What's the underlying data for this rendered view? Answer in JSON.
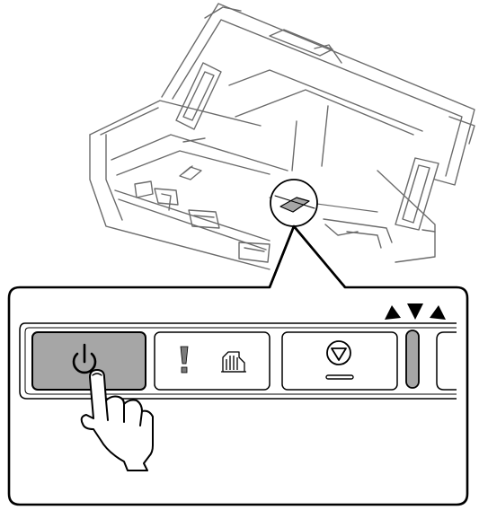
{
  "figure": {
    "device": "document-scanner-icon",
    "callout_target": "control-panel-icon",
    "panel_buttons": [
      {
        "id": "power",
        "icon": "power-icon",
        "state": "pressed",
        "fill": "#a6a6a6"
      },
      {
        "id": "error",
        "icons": [
          "exclamation-icon",
          "paper-jam-icon"
        ],
        "state": "idle",
        "fill": "#ffffff"
      },
      {
        "id": "stop",
        "icon": "stop-icon",
        "state": "idle",
        "fill": "#ffffff"
      }
    ],
    "indicator": {
      "icon": "status-light-icon",
      "state": "flashing",
      "fill": "#a6a6a6"
    },
    "hand": "pointing-hand-icon",
    "colors": {
      "stroke": "#000000",
      "pressed": "#a6a6a6",
      "body_line": "#6b6b6b",
      "background": "#ffffff"
    }
  }
}
